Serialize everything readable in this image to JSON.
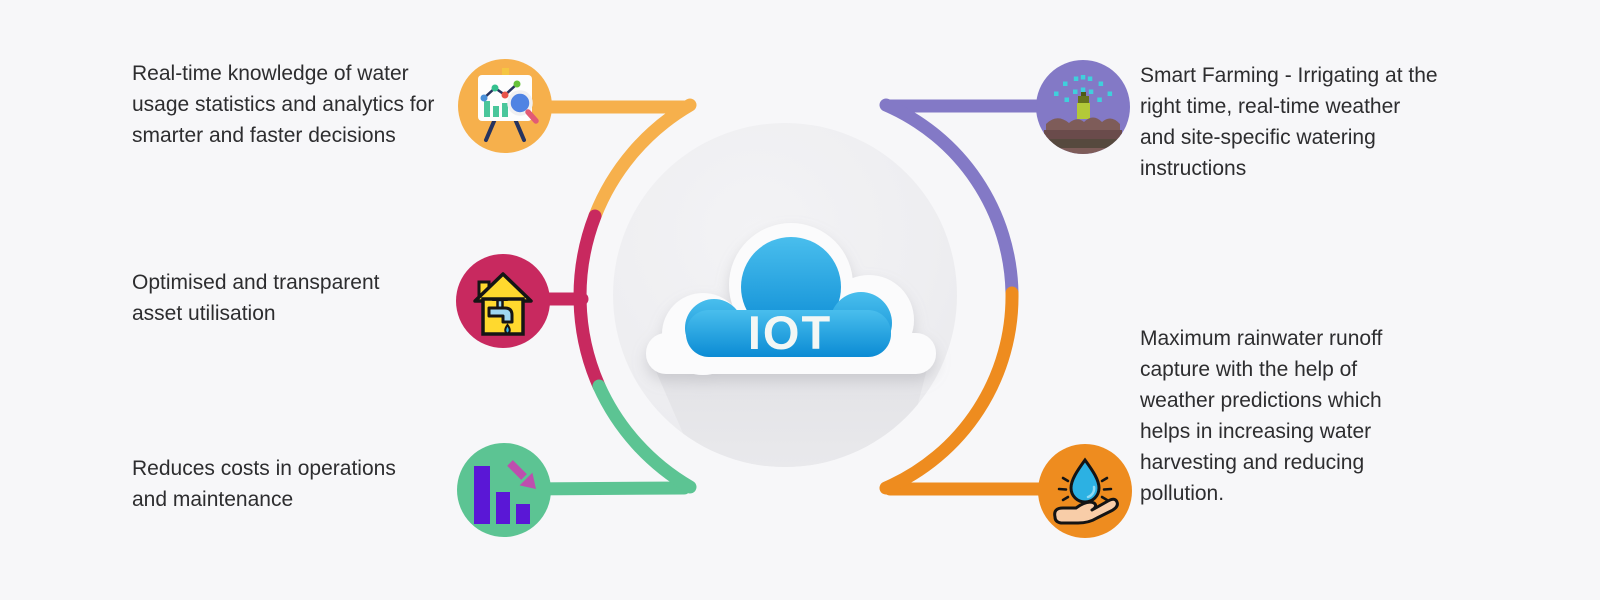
{
  "center": {
    "label": "IOT"
  },
  "items": [
    {
      "position": "left-top",
      "icon": "presentation-analytics-icon",
      "color": "#F6B04C",
      "label": "Real-time knowledge of water\nusage statistics and analytics for\nsmarter and faster decisions"
    },
    {
      "position": "left-middle",
      "icon": "house-faucet-icon",
      "color": "#C8295F",
      "label": "Optimised and transparent\nasset utilisation"
    },
    {
      "position": "left-bottom",
      "icon": "declining-bar-chart-icon",
      "color": "#5CC493",
      "label": "Reduces costs in operations\nand maintenance"
    },
    {
      "position": "right-top",
      "icon": "sprinkler-irrigation-icon",
      "color": "#8379C6",
      "label": "Smart Farming - Irrigating at the\nright time, real-time weather\nand site-specific watering\ninstructions"
    },
    {
      "position": "right-bottom",
      "icon": "hand-water-drop-icon",
      "color": "#EE8C1F",
      "label": "Maximum rainwater runoff\ncapture with the help of\nweather predictions which\nhelps in increasing water\nharvesting and reducing\npollution."
    }
  ],
  "colors": {
    "background": "#f7f7f9",
    "text": "#2d2d2f",
    "amber": "#F6B04C",
    "crimson": "#C8295F",
    "green": "#5CC493",
    "purple": "#8379C6",
    "orange": "#EE8C1F",
    "cloud-blue-top": "#49BEED",
    "cloud-blue-bottom": "#0B8BD4",
    "backdrop-gray": "#EFEFF1"
  }
}
